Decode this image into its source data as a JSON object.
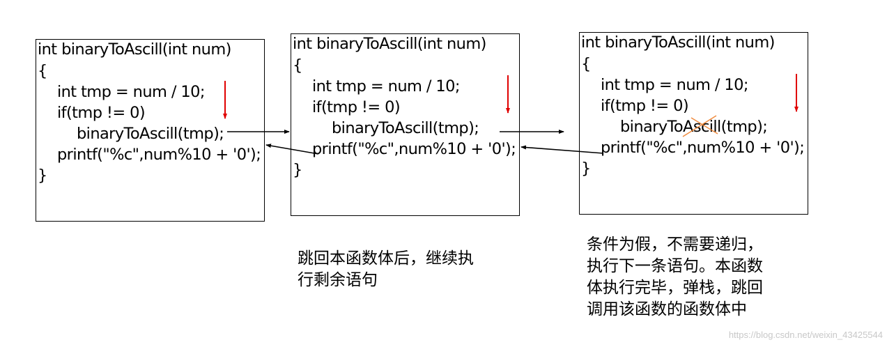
{
  "frames": [
    {
      "lines": [
        "int binaryToAscill(int num)",
        "{",
        "int tmp = num / 10;",
        "if(tmp != 0)",
        "binaryToAscill(tmp);",
        "printf(\"%c\",num%10 + '0');",
        "}"
      ]
    },
    {
      "lines": [
        "int binaryToAscill(int num)",
        "{",
        "int tmp = num / 10;",
        "if(tmp != 0)",
        "binaryToAscill(tmp);",
        "printf(\"%c\",num%10 + '0');",
        "}"
      ]
    },
    {
      "lines": [
        "int binaryToAscill(int num)",
        "{",
        "int tmp = num / 10;",
        "if(tmp != 0)",
        "binaryToAscill(tmp);",
        "printf(\"%c\",num%10 + '0');",
        "}"
      ]
    }
  ],
  "notes": {
    "left": "跳回本函数体后，继续执\n行剩余语句",
    "right": "条件为假，不需要递归，\n执行下一条语句。本函数\n体执行完毕，弹栈，跳回\n调用该函数的函数体中"
  },
  "watermark": "https://blog.csdn.net/weixin_43425544",
  "colors": {
    "flow_arrow": "#000000",
    "execution_arrow": "#e00000",
    "cross_mark": "#f08a3c"
  }
}
